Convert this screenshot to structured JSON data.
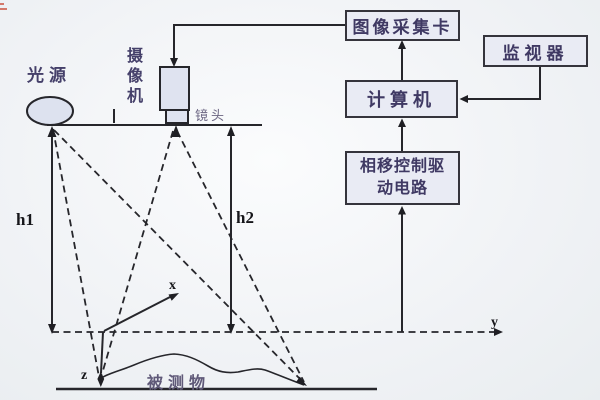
{
  "diagram": {
    "type": "phase-shift structured-light 3D measurement system schematic",
    "blocks": {
      "capture_card": "图像采集卡",
      "monitor": "监视器",
      "computer": "计算机",
      "phase_driver": "相移控制驱动电路"
    },
    "labels": {
      "light_source": "光源",
      "camera": "摄像机",
      "lens": "镜头",
      "measured_object": "被测物",
      "h1": "h1",
      "h2": "h2",
      "axis_x": "x",
      "axis_y": "y",
      "axis_z": "z"
    },
    "colors": {
      "background": "#f1f3f6",
      "box_fill": "#e9ebf4",
      "box_border": "#35343c",
      "box_text": "#3f3963",
      "shape_fill": "#dde2ef",
      "line": "#26262b",
      "muted_label": "#5f5978"
    }
  }
}
